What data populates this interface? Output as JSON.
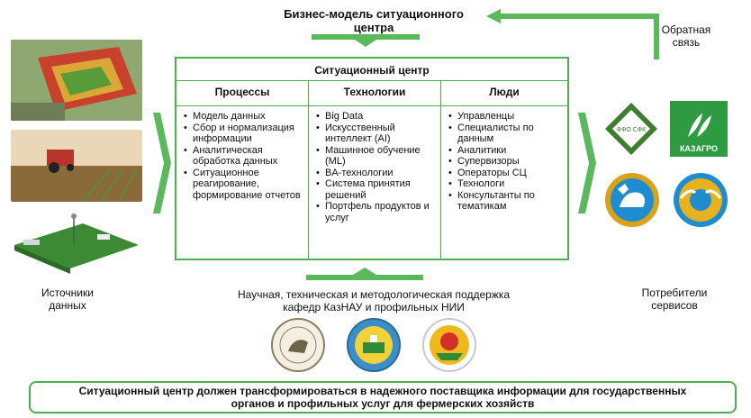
{
  "header": {
    "title_line1": "Бизнес-модель ситуационного",
    "title_line2": "центра",
    "feedback_line1": "Обратная",
    "feedback_line2": "связь"
  },
  "center": {
    "title": "Ситуационный центр",
    "columns": [
      {
        "heading": "Процессы",
        "items": [
          "Модель данных",
          "Сбор и нормализация информации",
          "Аналитическая обработка данных",
          "Ситуационное реагирование, формирование отчетов"
        ]
      },
      {
        "heading": "Технологии",
        "items": [
          "Big Data",
          "Искусственный интеллект (AI)",
          "Машинное обучение (ML)",
          "BA-технологии",
          "Система принятия решений",
          "Портфель продуктов и услуг"
        ]
      },
      {
        "heading": "Люди",
        "items": [
          "Управленцы",
          "Специалисты по данным",
          "Аналитики",
          "Супервизоры",
          "Операторы СЦ",
          "Технологи",
          "Консультанты по тематикам"
        ]
      }
    ]
  },
  "labels": {
    "sources_line1": "Источники",
    "sources_line2": "данных",
    "consumers_line1": "Потребители",
    "consumers_line2": "сервисов",
    "support_line1": "Научная, техническая и методологическая поддержка",
    "support_line2": "кафедр КазНАУ и профильных НИИ"
  },
  "logos": {
    "fco_text": "ФФО СФК",
    "kazagro_text": "КАЗАГРО"
  },
  "footer": {
    "statement_line1": "Ситуационный центр должен трансформироваться в надежного поставщика информации для государственных",
    "statement_line2": "органов и профильных услуг для фермерских хозяйств"
  },
  "colors": {
    "accent_green": "#4caf50",
    "arrow_green": "#5cb85c"
  }
}
